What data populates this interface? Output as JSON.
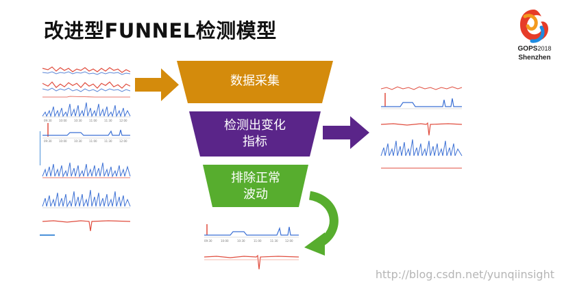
{
  "slide": {
    "title": "改进型FUNNEL检测模型",
    "logo": {
      "event": "GOPS",
      "year": "2018",
      "city": "Shenzhen"
    },
    "funnel": {
      "stages": [
        {
          "label": "数据采集",
          "color": "#d48b0c"
        },
        {
          "label": "检测出变化\n指标",
          "color": "#5a2589"
        },
        {
          "label": "排除正常\n波动",
          "color": "#57ad2e"
        }
      ]
    },
    "arrow_colors": {
      "input": "#d48b0c",
      "output": "#5a2589",
      "return": "#57ad2e"
    },
    "mini_chart_ticks": [
      "09:30",
      "10:00",
      "10:30",
      "11:00",
      "11:30",
      "12:00"
    ],
    "watermark": "http://blog.csdn.net/yunqiinsight"
  }
}
